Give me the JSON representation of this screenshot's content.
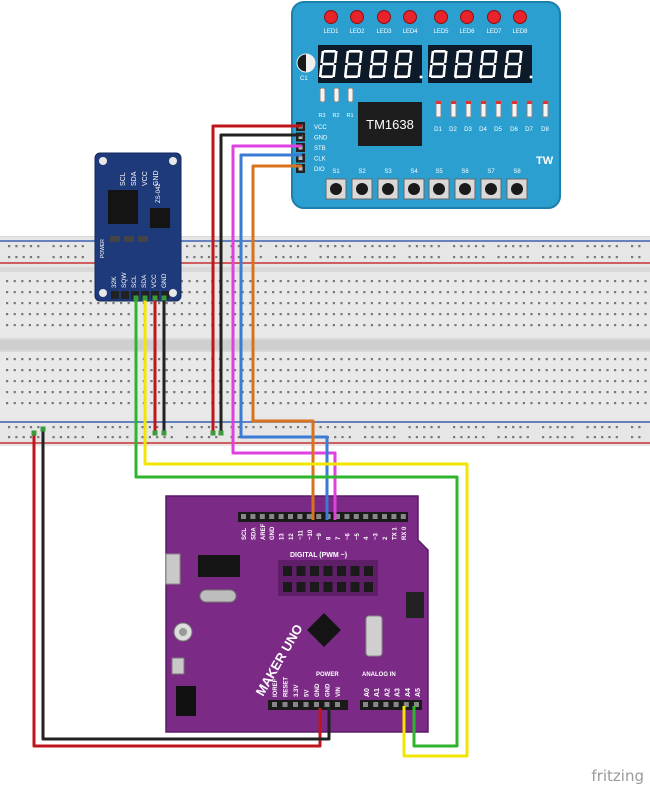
{
  "tm1638": {
    "led_labels": [
      "LED1",
      "LED2",
      "LED3",
      "LED4",
      "LED5",
      "LED6",
      "LED7",
      "LED8"
    ],
    "chip": "TM1638",
    "cap_label": "C1",
    "resistor_labels": [
      "R3",
      "R2",
      "R1"
    ],
    "diode_labels": [
      "D1",
      "D2",
      "D3",
      "D4",
      "D5",
      "D6",
      "D7",
      "D8"
    ],
    "switch_labels": [
      "S1",
      "S2",
      "S3",
      "S4",
      "S5",
      "S6",
      "S7",
      "S8"
    ],
    "pins": [
      "VCC",
      "GND",
      "STB",
      "CLK",
      "DIO"
    ],
    "brand": "TW",
    "colors": {
      "board": "#2a9fd0",
      "led": "#e8242a",
      "display": "#0d1a2a"
    }
  },
  "rtc": {
    "top_pins": [
      "SCL",
      "SDA",
      "VCC",
      "GND"
    ],
    "bottom_pins": [
      "32K",
      "SQW",
      "SCL",
      "SDA",
      "VCC",
      "GND"
    ],
    "model": "ZS-042",
    "power_label": "POWER",
    "colors": {
      "board": "#1f3a7a"
    }
  },
  "arduino": {
    "name": "MAKER UNO",
    "digital_label": "DIGITAL (PWM ~)",
    "power_label": "POWER",
    "analog_label": "ANALOG IN",
    "top_pins": [
      "SCL",
      "SDA",
      "AREF",
      "GND",
      "13",
      "12",
      "~11",
      "~10",
      "~9",
      "8",
      "7",
      "~6",
      "~5",
      "4",
      "~3",
      "2",
      "TX 1",
      "RX 0"
    ],
    "power_pins": [
      "IOREF",
      "RESET",
      "3.3V",
      "5V",
      "GND",
      "GND",
      "VIN"
    ],
    "analog_pins": [
      "A0",
      "A1",
      "A2",
      "A3",
      "A4",
      "A5"
    ],
    "colors": {
      "board": "#7b2a86"
    }
  },
  "wire_colors": {
    "red": "#c0161b",
    "black": "#222222",
    "magenta": "#e040e0",
    "blue": "#3a7bd5",
    "orange": "#d8731c",
    "green": "#2db52d",
    "yellow": "#f2e600"
  },
  "credit": "fritzing"
}
